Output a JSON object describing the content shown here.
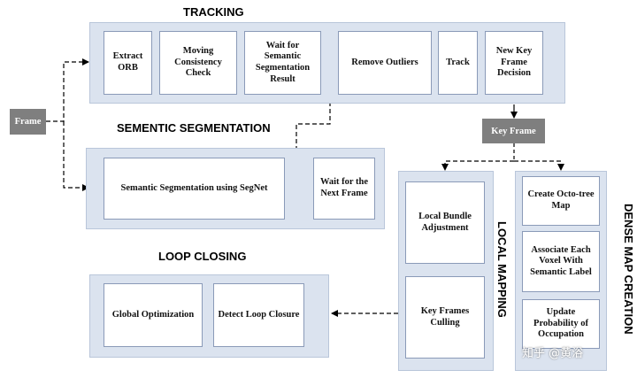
{
  "tracking": {
    "title": "TRACKING",
    "extract_orb": "Extract ORB",
    "moving_check": "Moving Consistency Check",
    "wait_semantic": "Wait for Semantic Segmentation Result",
    "remove_outliers": "Remove Outliers",
    "track": "Track",
    "new_keyframe": "New Key Frame Decision"
  },
  "frame": "Frame",
  "key_frame": "Key Frame",
  "semantic": {
    "title": "SEMENTIC SEGMENTATION",
    "segnet": "Semantic Segmentation using SegNet",
    "wait_next": "Wait for the Next Frame"
  },
  "loop": {
    "title": "LOOP CLOSING",
    "global_opt": "Global Optimization",
    "detect_loop": "Detect Loop Closure"
  },
  "local_mapping": {
    "title": "LOCAL MAPPING",
    "bundle": "Local Bundle Adjustment",
    "culling": "Key Frames Culling"
  },
  "dense_map": {
    "title": "DENSE MAP CREATION",
    "octo": "Create Octo-tree Map",
    "associate": "Associate Each Voxel With Semantic Label",
    "update": "Update Probability of Occupation"
  },
  "watermark": "知乎 @黄浴",
  "colors": {
    "panel": "#dbe3ef",
    "box_border": "#8a9ab8",
    "gray_box": "#7f7f7f"
  }
}
